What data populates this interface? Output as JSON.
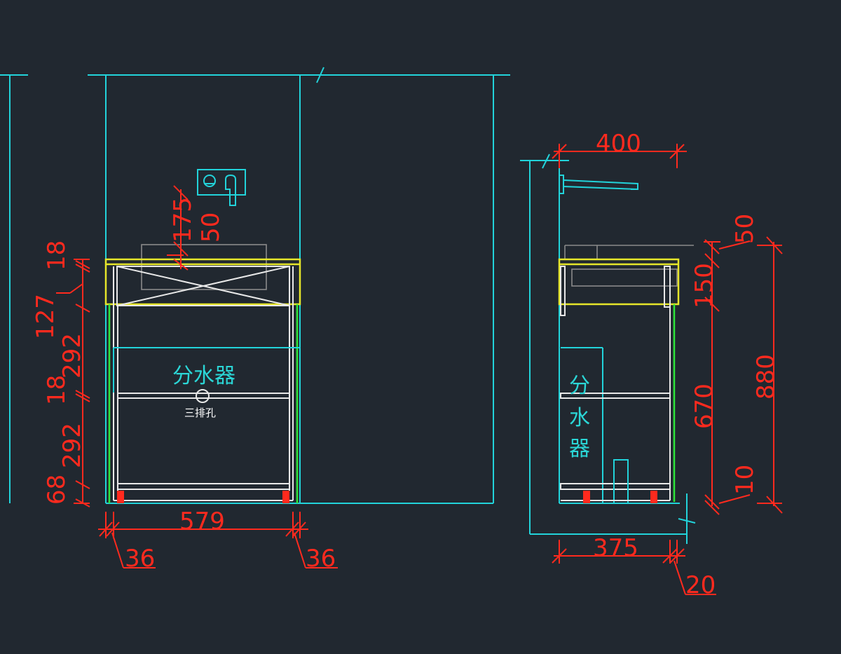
{
  "front_view": {
    "label_distributor": "分水器",
    "label_holes": "三排孔",
    "dims_vertical": [
      "18",
      "127",
      "292",
      "18",
      "292",
      "68"
    ],
    "dims_top": [
      "175",
      "50"
    ],
    "dim_width": "579",
    "dim_side_left": "36",
    "dim_side_right": "36"
  },
  "side_view": {
    "label_distributor_chars": [
      "分",
      "水",
      "器"
    ],
    "dim_depth_top": "400",
    "dim_depth_bottom": "375",
    "dim_offset": "20",
    "dims_right_inner": [
      "50",
      "150",
      "670",
      "10"
    ],
    "dim_total_height": "880"
  },
  "colors": {
    "background": "#212830",
    "wall": "#22d3da",
    "countertop": "#e6e62a",
    "cabinet_side": "#2ee63a",
    "cabinet": "#e8e8e8",
    "dimension": "#ff2a1e"
  }
}
